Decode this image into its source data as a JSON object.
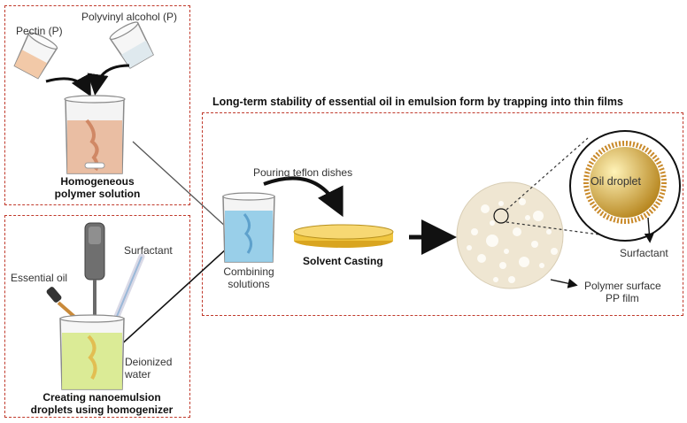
{
  "panels": {
    "top_left": {
      "pectin_label": "Pectin (P)",
      "pva_label": "Polyvinyl alcohol (P)",
      "result_line1": "Homogeneous",
      "result_line2": "polymer solution"
    },
    "bottom_left": {
      "essential_oil_label": "Essential oil",
      "surfactant_label": "Surfactant",
      "water_line1": "Deionized",
      "water_line2": "water",
      "caption_line1": "Creating nanoemulsion",
      "caption_line2": "droplets using homogenizer"
    },
    "right": {
      "title": "Long-term stability of essential oil in emulsion form by trapping into thin films",
      "pouring_label": "Pouring teflon dishes",
      "combining_line1": "Combining",
      "combining_line2": "solutions",
      "casting_label": "Solvent Casting",
      "droplet_label": "Oil droplet",
      "surfactant_label": "Surfactant",
      "film_line1": "Polymer surface",
      "film_line2": "PP film"
    }
  },
  "colors": {
    "dashed_border": "#c0392b",
    "pectin_liquid": "#f2c9a8",
    "pva_liquid": "#dfe9ee",
    "polymer_solution": "#e9b89a",
    "combined_solution": "#8fcbe8",
    "nanoemulsion": "#d8ea8c",
    "casting_dish": "#f0c640",
    "film": "#efe6d2",
    "oil_droplet": "#d9b24a"
  }
}
